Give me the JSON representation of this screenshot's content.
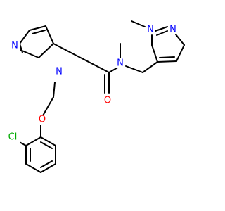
{
  "molecule": {
    "colors": {
      "bond": "#000000",
      "N": "#0000ff",
      "O": "#ff0000",
      "Cl": "#00aa00"
    },
    "atoms": [
      {
        "id": "N1",
        "label": "N",
        "element": "N"
      },
      {
        "id": "N2",
        "label": "N",
        "element": "N"
      },
      {
        "id": "O1",
        "label": "O",
        "element": "O"
      },
      {
        "id": "N3",
        "label": "N",
        "element": "N"
      },
      {
        "id": "N4",
        "label": "N",
        "element": "N"
      },
      {
        "id": "N5",
        "label": "N",
        "element": "N"
      },
      {
        "id": "O2",
        "label": "O",
        "element": "O"
      },
      {
        "id": "Cl1",
        "label": "Cl",
        "element": "Cl"
      }
    ]
  }
}
